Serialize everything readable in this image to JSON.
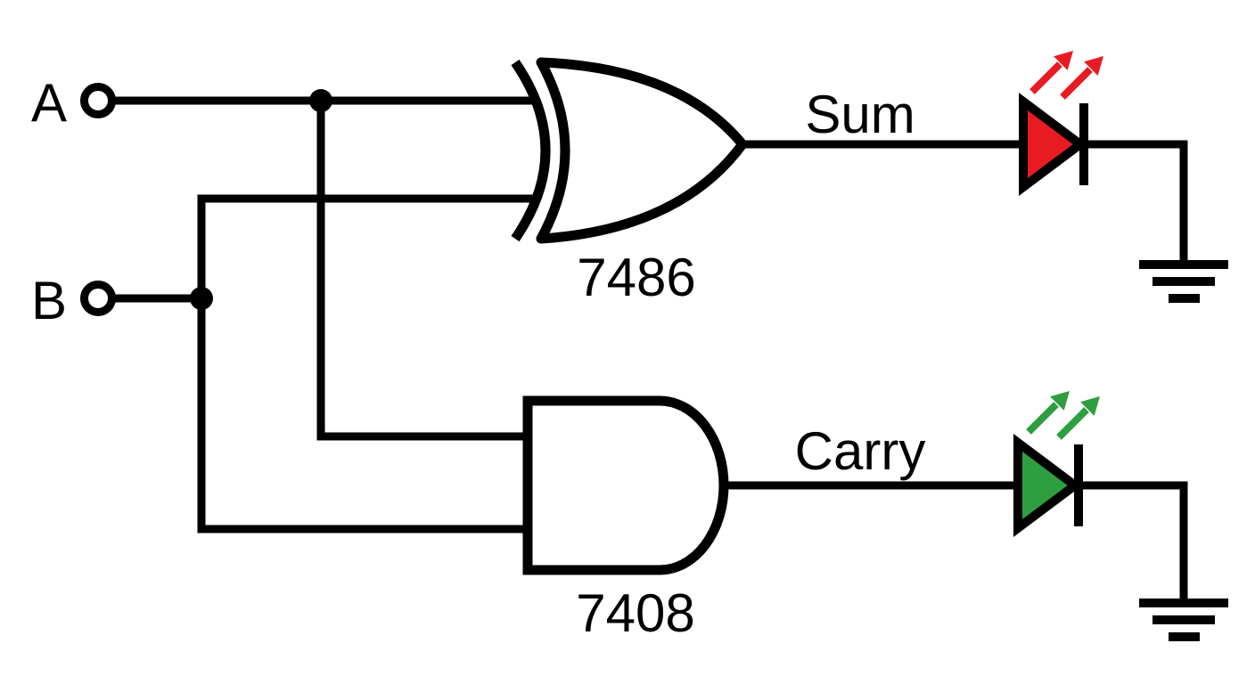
{
  "colors": {
    "background": "#ffffff",
    "wire": "#000000"
  },
  "inputs": {
    "a": {
      "label": "A"
    },
    "b": {
      "label": "B"
    }
  },
  "gates": {
    "xor": {
      "part_number": "7486",
      "type": "xor-gate"
    },
    "and": {
      "part_number": "7408",
      "type": "and-gate"
    }
  },
  "outputs": {
    "sum": {
      "label": "Sum",
      "led_color": "#e81b23"
    },
    "carry": {
      "label": "Carry",
      "led_color": "#2f9e41"
    }
  }
}
